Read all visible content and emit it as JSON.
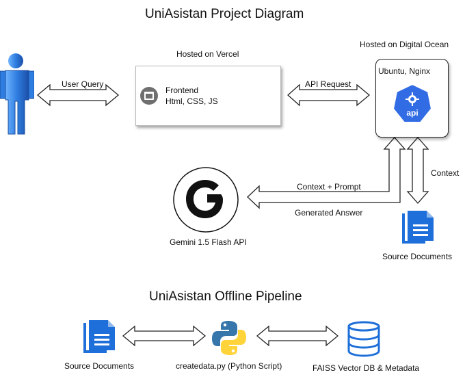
{
  "diagram": {
    "title": "UniAsistan Project Diagram",
    "user_query": "User Query",
    "hosted_vercel": "Hosted on Vercel",
    "frontend_title": "Frontend",
    "frontend_sub": "Html, CSS, JS",
    "api_request": "API Request",
    "hosted_do": "Hosted on Digital Ocean",
    "server_label": "Ubuntu, Nginx",
    "api_badge": "api",
    "context": "Context",
    "context_prompt": "Context + Prompt",
    "generated_answer": "Generated Answer",
    "gemini": "Gemini 1.5 Flash API",
    "source_docs": "Source Documents"
  },
  "pipeline": {
    "title": "UniAsistan Offline Pipeline",
    "source_docs": "Source Documents",
    "script": "createdata.py (Python Script)",
    "db": "FAISS Vector DB & Metadata"
  },
  "colors": {
    "user_blue": "#2e7de0",
    "doc_blue": "#1e6fd9",
    "api_blue": "#326ce5",
    "python_blue": "#3776ab",
    "python_yellow": "#ffd43b"
  },
  "icons": {
    "user": "user-figure-icon",
    "frontend": "browser-window-icon",
    "api": "api-helm-icon",
    "google": "google-g-icon",
    "docs": "document-icon",
    "python": "python-logo-icon",
    "db": "database-icon"
  }
}
